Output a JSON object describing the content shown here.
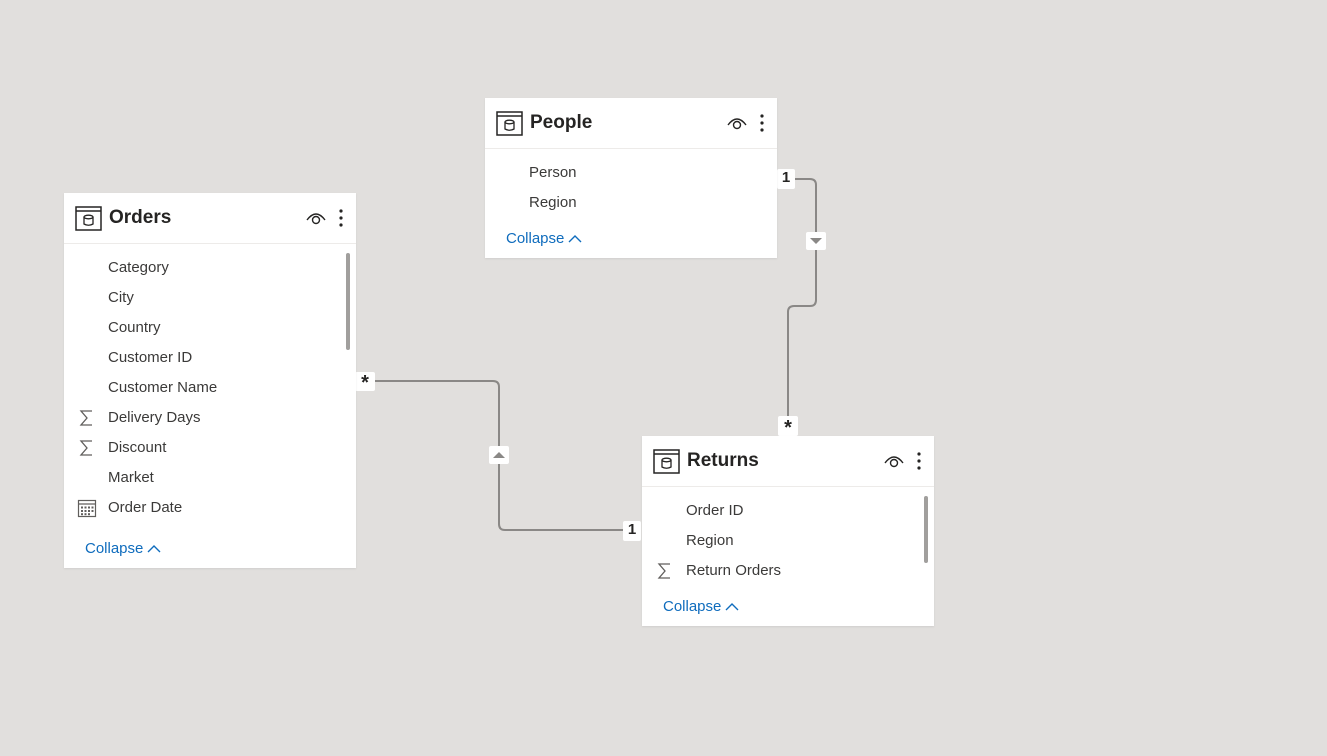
{
  "tables": {
    "orders": {
      "title": "Orders",
      "fields": [
        {
          "label": "Category",
          "icon": ""
        },
        {
          "label": "City",
          "icon": ""
        },
        {
          "label": "Country",
          "icon": ""
        },
        {
          "label": "Customer ID",
          "icon": ""
        },
        {
          "label": "Customer Name",
          "icon": ""
        },
        {
          "label": "Delivery Days",
          "icon": "sigma-icon"
        },
        {
          "label": "Discount",
          "icon": "sigma-icon"
        },
        {
          "label": "Market",
          "icon": ""
        },
        {
          "label": "Order Date",
          "icon": "calendar-icon"
        }
      ],
      "collapse_label": "Collapse"
    },
    "people": {
      "title": "People",
      "fields": [
        {
          "label": "Person",
          "icon": ""
        },
        {
          "label": "Region",
          "icon": ""
        }
      ],
      "collapse_label": "Collapse"
    },
    "returns": {
      "title": "Returns",
      "fields": [
        {
          "label": "Order ID",
          "icon": ""
        },
        {
          "label": "Region",
          "icon": ""
        },
        {
          "label": "Return Orders",
          "icon": "sigma-icon"
        }
      ],
      "collapse_label": "Collapse"
    }
  },
  "relationships": [
    {
      "from": "Orders",
      "to": "Returns",
      "from_cardinality": "*",
      "to_cardinality": "1",
      "filter_direction": "up-arrow-icon"
    },
    {
      "from": "People",
      "to": "Returns",
      "from_cardinality": "1",
      "to_cardinality": "*",
      "filter_direction": "down-arrow-icon"
    }
  ],
  "colors": {
    "canvas": "#e1dfdd",
    "card": "#ffffff",
    "link": "#0f6cbd",
    "connector": "#8a8886"
  }
}
